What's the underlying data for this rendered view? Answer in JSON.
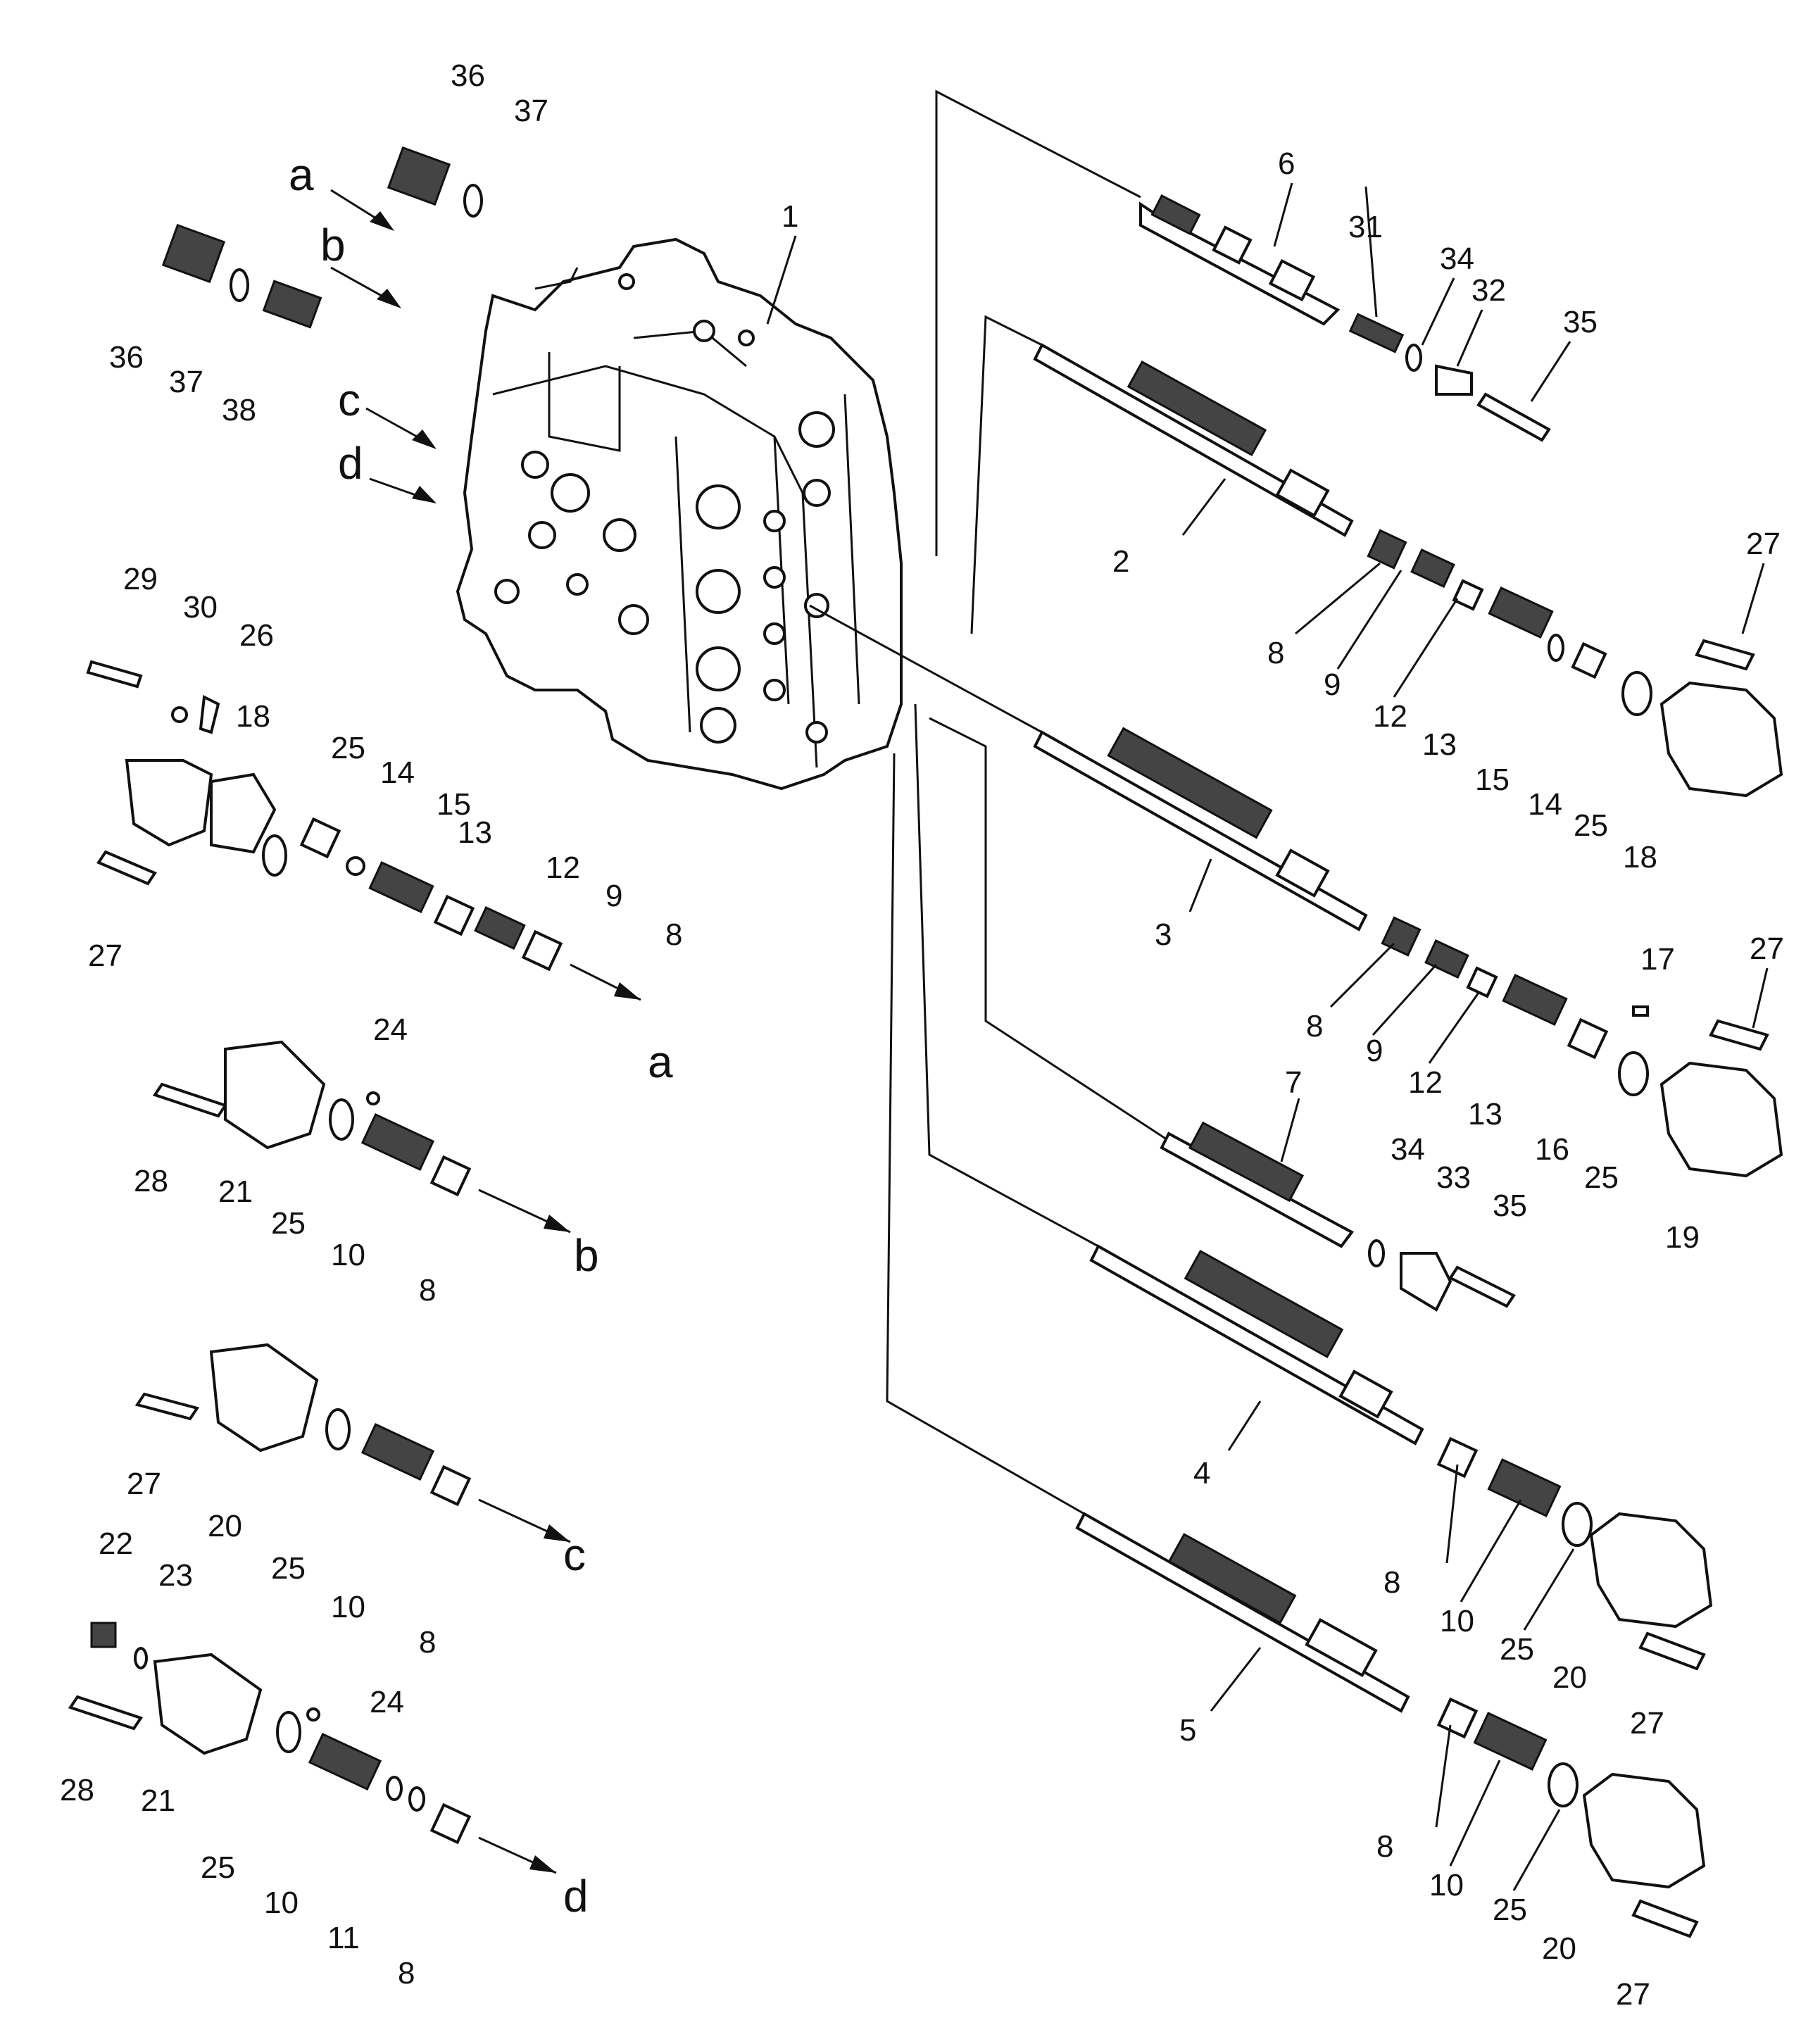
{
  "figure": {
    "kind": "exploded parts diagram"
  },
  "callouts": [
    {
      "id": "c1",
      "text": "1"
    },
    {
      "id": "c2",
      "text": "2"
    },
    {
      "id": "c3",
      "text": "3"
    },
    {
      "id": "c4",
      "text": "4"
    },
    {
      "id": "c5",
      "text": "5"
    },
    {
      "id": "c6",
      "text": "6"
    },
    {
      "id": "c7",
      "text": "7"
    },
    {
      "id": "c8a",
      "text": "8"
    },
    {
      "id": "c8b",
      "text": "8"
    },
    {
      "id": "c8c",
      "text": "8"
    },
    {
      "id": "c8d",
      "text": "8"
    },
    {
      "id": "c8e",
      "text": "8"
    },
    {
      "id": "c8f",
      "text": "8"
    },
    {
      "id": "c8g",
      "text": "8"
    },
    {
      "id": "c8h",
      "text": "8"
    },
    {
      "id": "c9a",
      "text": "9"
    },
    {
      "id": "c9b",
      "text": "9"
    },
    {
      "id": "c9c",
      "text": "9"
    },
    {
      "id": "c10a",
      "text": "10"
    },
    {
      "id": "c10b",
      "text": "10"
    },
    {
      "id": "c10c",
      "text": "10"
    },
    {
      "id": "c10d",
      "text": "10"
    },
    {
      "id": "c10e",
      "text": "10"
    },
    {
      "id": "c11",
      "text": "11"
    },
    {
      "id": "c12a",
      "text": "12"
    },
    {
      "id": "c12b",
      "text": "12"
    },
    {
      "id": "c12c",
      "text": "12"
    },
    {
      "id": "c13a",
      "text": "13"
    },
    {
      "id": "c13b",
      "text": "13"
    },
    {
      "id": "c13c",
      "text": "13"
    },
    {
      "id": "c14a",
      "text": "14"
    },
    {
      "id": "c14b",
      "text": "14"
    },
    {
      "id": "c15a",
      "text": "15"
    },
    {
      "id": "c15b",
      "text": "15"
    },
    {
      "id": "c16",
      "text": "16"
    },
    {
      "id": "c17",
      "text": "17"
    },
    {
      "id": "c18a",
      "text": "18"
    },
    {
      "id": "c18b",
      "text": "18"
    },
    {
      "id": "c19",
      "text": "19"
    },
    {
      "id": "c20a",
      "text": "20"
    },
    {
      "id": "c20b",
      "text": "20"
    },
    {
      "id": "c20c",
      "text": "20"
    },
    {
      "id": "c21a",
      "text": "21"
    },
    {
      "id": "c21b",
      "text": "21"
    },
    {
      "id": "c22",
      "text": "22"
    },
    {
      "id": "c23",
      "text": "23"
    },
    {
      "id": "c24a",
      "text": "24"
    },
    {
      "id": "c24b",
      "text": "24"
    },
    {
      "id": "c25a",
      "text": "25"
    },
    {
      "id": "c25b",
      "text": "25"
    },
    {
      "id": "c25c",
      "text": "25"
    },
    {
      "id": "c25d",
      "text": "25"
    },
    {
      "id": "c25e",
      "text": "25"
    },
    {
      "id": "c25f",
      "text": "25"
    },
    {
      "id": "c25g",
      "text": "25"
    },
    {
      "id": "c25h",
      "text": "25"
    },
    {
      "id": "c26",
      "text": "26"
    },
    {
      "id": "c27a",
      "text": "27"
    },
    {
      "id": "c27b",
      "text": "27"
    },
    {
      "id": "c27c",
      "text": "27"
    },
    {
      "id": "c27d",
      "text": "27"
    },
    {
      "id": "c27e",
      "text": "27"
    },
    {
      "id": "c27f",
      "text": "27"
    },
    {
      "id": "c28a",
      "text": "28"
    },
    {
      "id": "c28b",
      "text": "28"
    },
    {
      "id": "c29",
      "text": "29"
    },
    {
      "id": "c30",
      "text": "30"
    },
    {
      "id": "c31",
      "text": "31"
    },
    {
      "id": "c32",
      "text": "32"
    },
    {
      "id": "c33",
      "text": "33"
    },
    {
      "id": "c34a",
      "text": "34"
    },
    {
      "id": "c34b",
      "text": "34"
    },
    {
      "id": "c35a",
      "text": "35"
    },
    {
      "id": "c35b",
      "text": "35"
    },
    {
      "id": "c36a",
      "text": "36"
    },
    {
      "id": "c36b",
      "text": "36"
    },
    {
      "id": "c37a",
      "text": "37"
    },
    {
      "id": "c37b",
      "text": "37"
    },
    {
      "id": "c38",
      "text": "38"
    }
  ],
  "connectors": [
    {
      "id": "ref-a-top",
      "text": "a"
    },
    {
      "id": "ref-b-top",
      "text": "b"
    },
    {
      "id": "ref-c-top",
      "text": "c"
    },
    {
      "id": "ref-d-top",
      "text": "d"
    },
    {
      "id": "ref-a-end",
      "text": "a"
    },
    {
      "id": "ref-b-end",
      "text": "b"
    },
    {
      "id": "ref-c-end",
      "text": "c"
    },
    {
      "id": "ref-d-end",
      "text": "d"
    }
  ]
}
